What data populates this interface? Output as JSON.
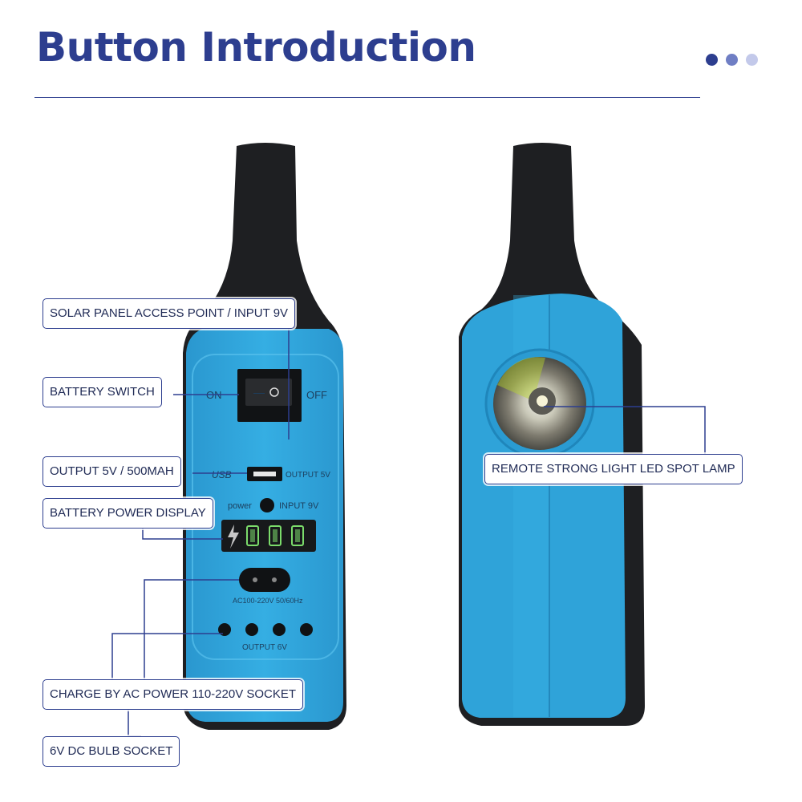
{
  "header": {
    "title": "Button Introduction"
  },
  "pagination": {
    "colors": [
      "#2d3e8f",
      "#6f7ec4",
      "#c3c9ea"
    ]
  },
  "device_front": {
    "switch_on": "ON",
    "switch_off": "OFF",
    "usb_label": "USB",
    "output_label": "OUTPUT 5V",
    "power_label": "power",
    "input_label": "INPUT 9V",
    "ac_label": "AC100-220V 50/60Hz",
    "dc_label": "OUTPUT 6V"
  },
  "callouts": {
    "solar": "SOLAR PANEL ACCESS POINT / INPUT 9V",
    "battery_switch": "BATTERY SWITCH",
    "output": "OUTPUT 5V / 500MAH",
    "battery_display": "BATTERY POWER DISPLAY",
    "ac_socket": "CHARGE BY AC POWER 110-220V SOCKET",
    "bulb_socket": "6V DC BULB SOCKET",
    "lamp": "REMOTE STRONG LIGHT LED SPOT LAMP"
  },
  "colors": {
    "accent": "#2d3e8f",
    "device_blue": "#2fa3d9",
    "device_black": "#1e1f22"
  },
  "icons": [
    "lightning-icon",
    "led-lamp-icon"
  ]
}
